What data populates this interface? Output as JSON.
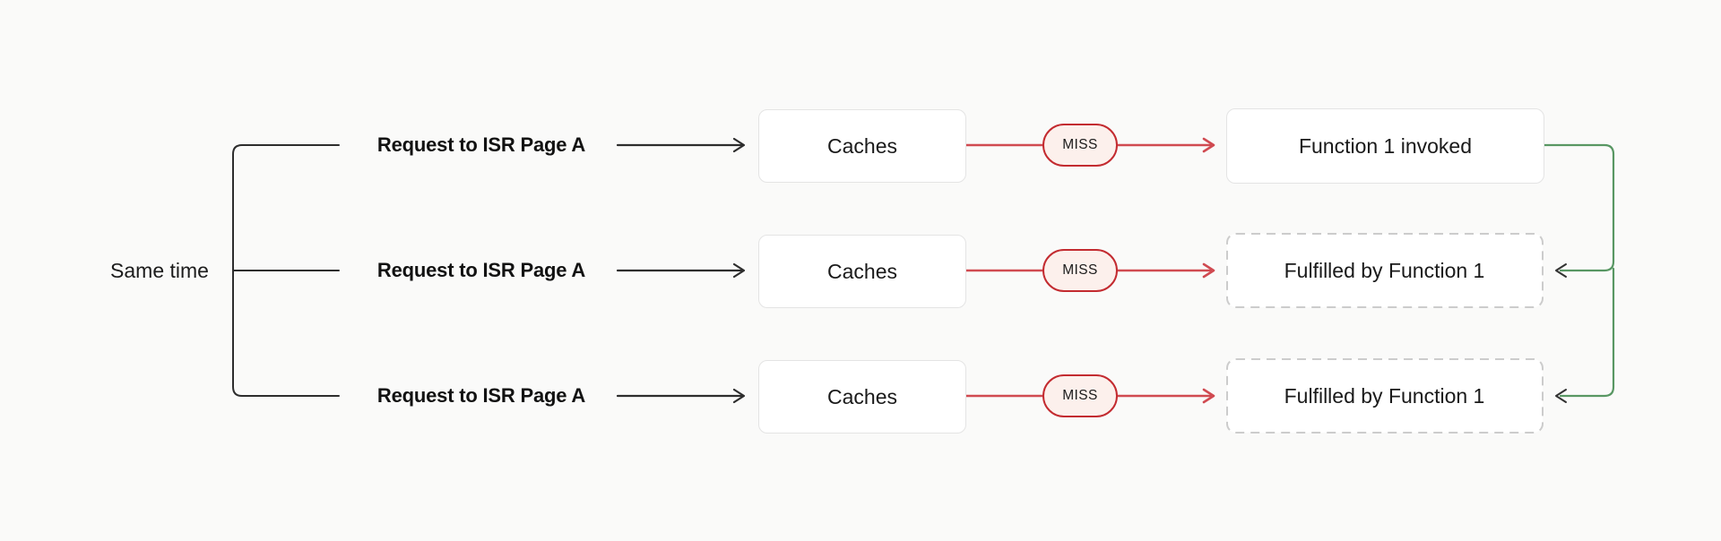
{
  "diagram": {
    "group_label": "Same time",
    "rows": [
      {
        "request_label": "Request to ISR Page A",
        "cache_label": "Caches",
        "status_badge": "MISS",
        "result_label": "Function 1 invoked",
        "result_variant": "invoked-solid"
      },
      {
        "request_label": "Request to ISR Page A",
        "cache_label": "Caches",
        "status_badge": "MISS",
        "result_label": "Fulfilled by Function 1",
        "result_variant": "fulfilled-dashed"
      },
      {
        "request_label": "Request to ISR Page A",
        "cache_label": "Caches",
        "status_badge": "MISS",
        "result_label": "Fulfilled by Function 1",
        "result_variant": "fulfilled-dashed"
      }
    ],
    "colors": {
      "background": "#fafaf9",
      "connector_black": "#2d2d2d",
      "red_line": "#d04a51",
      "miss_border_red": "#c32b30",
      "miss_fill": "#fcf0ec",
      "green_line": "#589763",
      "arrowhead_dark": "#323232",
      "box_border": "#e4e4e4",
      "dashed_border": "#cccccc",
      "text": "#161616"
    }
  }
}
